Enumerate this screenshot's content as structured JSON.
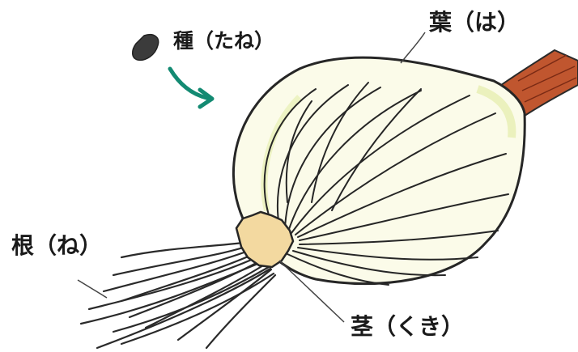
{
  "labels": {
    "seed": "種（たね）",
    "leaf": "葉（は）",
    "root": "根（ね）",
    "stem": "茎（くき）"
  },
  "colors": {
    "outline": "#262626",
    "bulb_fill": "#fbfbe9",
    "bulb_tint": "#e7efb2",
    "stem_disc": "#f3d9a0",
    "neck_skin": "#c0562f",
    "arrow": "#138a72",
    "seed": "#3b3b3b"
  },
  "icons": {
    "seed": "seed-icon",
    "arrow": "curved-arrow-icon"
  }
}
